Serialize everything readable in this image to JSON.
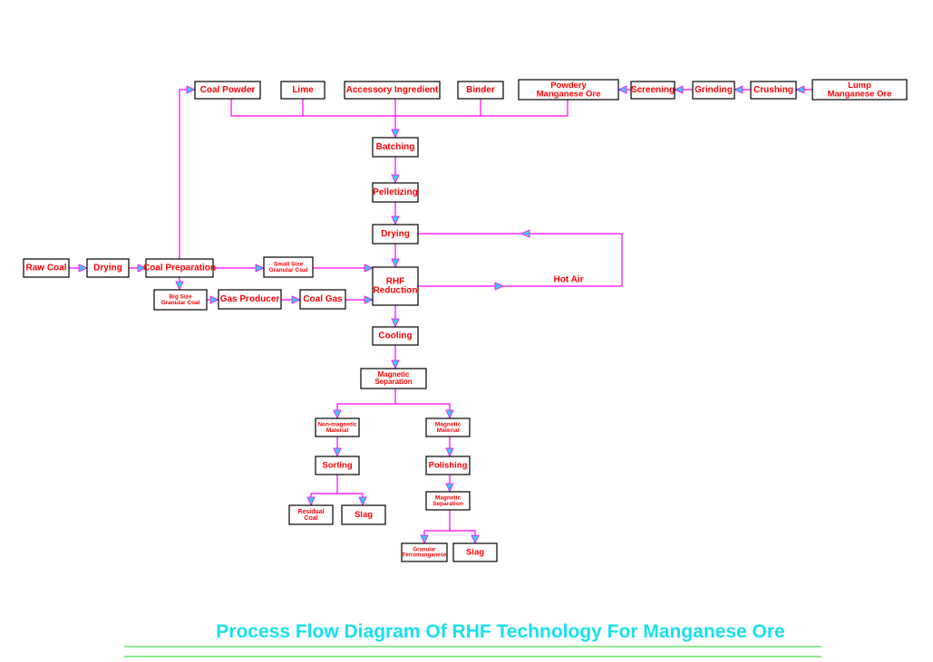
{
  "title": "Process Flow Diagram Of RHF Technology For Manganese Ore",
  "nodes": {
    "coal_powder": [
      "Coal Powder"
    ],
    "lime": [
      "Lime"
    ],
    "accessory": [
      "Accessory Ingredient"
    ],
    "binder": [
      "Binder"
    ],
    "powdery_ore": [
      "Powdery",
      "Manganese Ore"
    ],
    "screening": [
      "Screening"
    ],
    "grinding": [
      "Grinding"
    ],
    "crushing": [
      "Crushing"
    ],
    "lump_ore": [
      "Lump",
      "Manganese Ore"
    ],
    "batching": [
      "Batching"
    ],
    "pelletizing": [
      "Pelletizing"
    ],
    "drying_main": [
      "Drying"
    ],
    "raw_coal": [
      "Raw Coal"
    ],
    "drying_coal": [
      "Drying"
    ],
    "coal_prep": [
      "Coal Preparation"
    ],
    "small_coal": [
      "Small Size",
      "Granular Coal"
    ],
    "big_coal": [
      "Big Size",
      "Granular Coal"
    ],
    "gas_producer": [
      "Gas Producer"
    ],
    "coal_gas": [
      "Coal Gas"
    ],
    "rhf": [
      "RHF",
      "Reduction"
    ],
    "hot_air": [
      "Hot Air"
    ],
    "cooling": [
      "Cooling"
    ],
    "mag_sep1": [
      "Magnetic",
      "Separation"
    ],
    "nonmag": [
      "Non-magnetic",
      "Material"
    ],
    "mag_mat": [
      "Magnetic",
      "Material"
    ],
    "sorting": [
      "Sorting"
    ],
    "polishing": [
      "Polishing"
    ],
    "residual": [
      "Residual",
      "Coal"
    ],
    "slag1": [
      "Slag"
    ],
    "mag_sep2": [
      "Magnetic",
      "Separation"
    ],
    "granular_fe": [
      "Granular",
      "Ferromanganese"
    ],
    "slag2": [
      "Slag"
    ]
  },
  "colors": {
    "box_text": "#ff0000",
    "connector": "#ff00ff",
    "arrowhead": "#3ec8f0",
    "title": "#18e0f0",
    "underline": "#22cc22"
  }
}
